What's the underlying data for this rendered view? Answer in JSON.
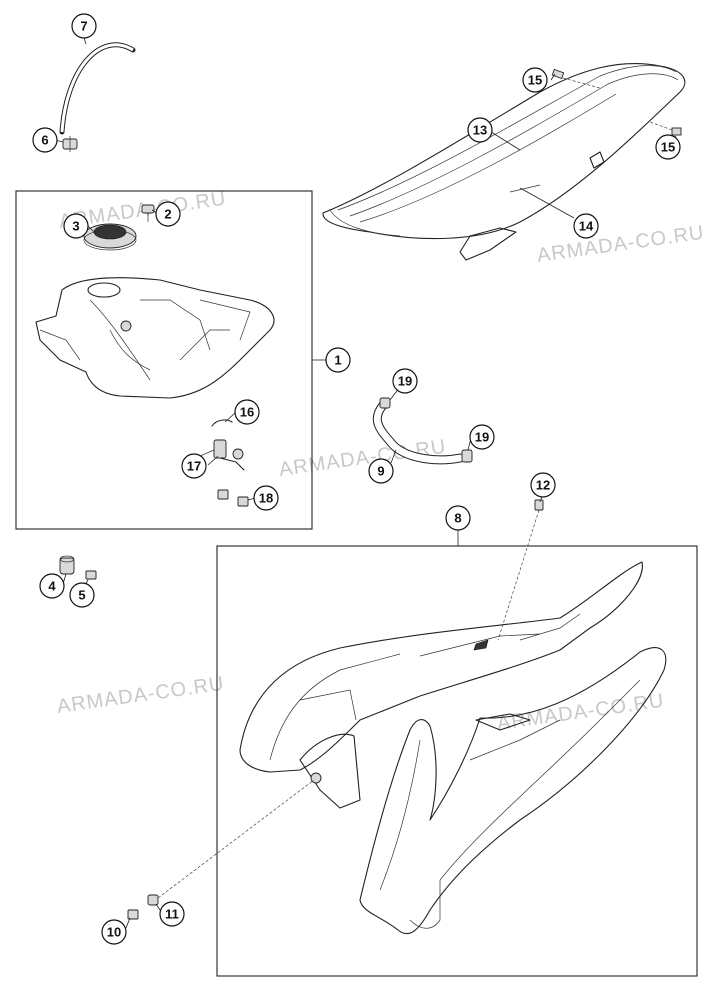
{
  "watermark_text": "ARMADA-CO.RU",
  "callouts": [
    "1",
    "2",
    "3",
    "4",
    "5",
    "6",
    "7",
    "8",
    "9",
    "10",
    "11",
    "12",
    "13",
    "14",
    "15",
    "16",
    "17",
    "18",
    "19"
  ],
  "colors": {
    "line": "#222222",
    "background": "#ffffff",
    "watermark": "#c8c8c8"
  }
}
